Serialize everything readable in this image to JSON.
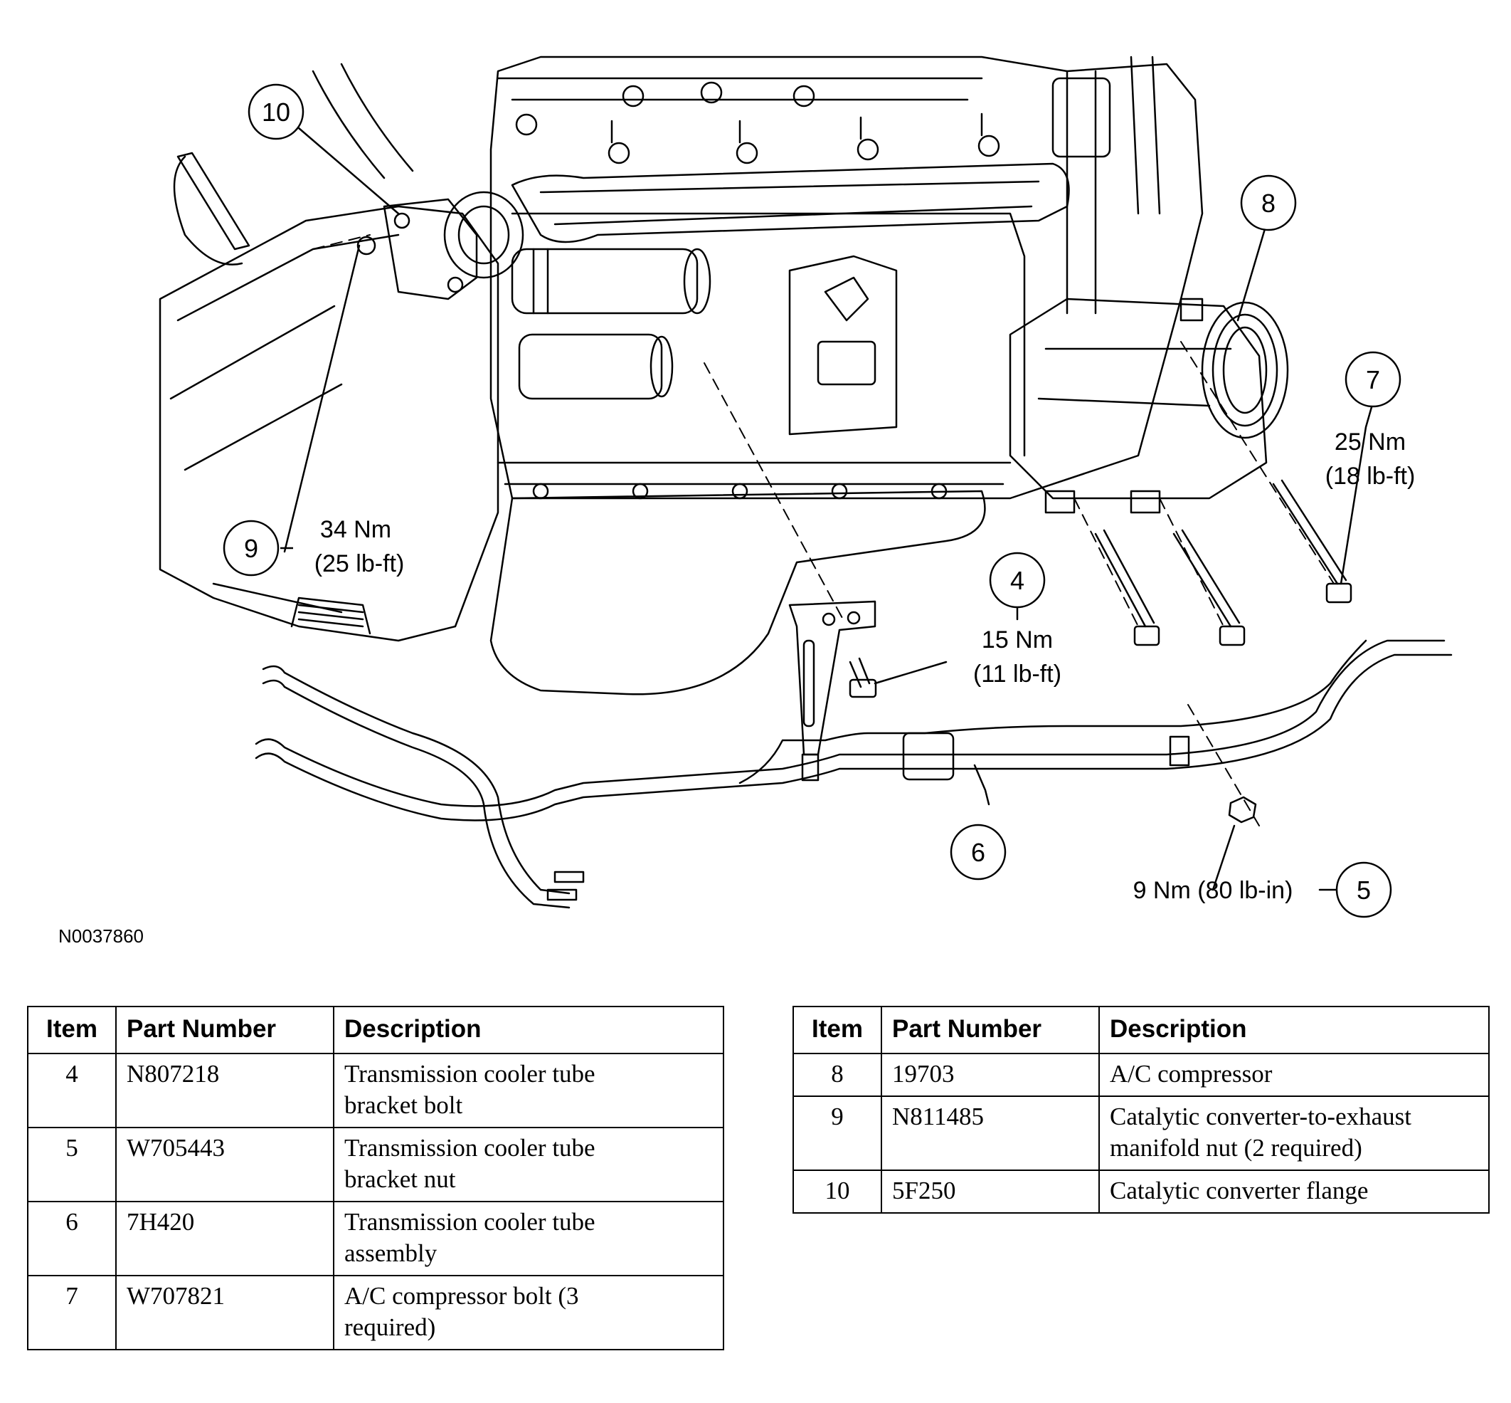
{
  "diagram": {
    "reference_code": "N0037860",
    "callouts": [
      {
        "id": "10"
      },
      {
        "id": "8"
      },
      {
        "id": "7",
        "torque_nm": "25 Nm",
        "torque_imperial": "(18 lb-ft)"
      },
      {
        "id": "9",
        "torque_nm": "34 Nm",
        "torque_imperial": "(25 lb-ft)"
      },
      {
        "id": "4",
        "torque_nm": "15 Nm",
        "torque_imperial": "(11 lb-ft)"
      },
      {
        "id": "6"
      },
      {
        "id": "5",
        "torque_label": "9 Nm (80 lb-in)"
      }
    ]
  },
  "tables": {
    "headers": {
      "item": "Item",
      "part_number": "Part Number",
      "description": "Description"
    },
    "left": [
      {
        "item": "4",
        "part_number": "N807218",
        "description_lines": [
          "Transmission cooler tube",
          "bracket bolt"
        ]
      },
      {
        "item": "5",
        "part_number": "W705443",
        "description_lines": [
          "Transmission cooler tube",
          "bracket nut"
        ]
      },
      {
        "item": "6",
        "part_number": "7H420",
        "description_lines": [
          "Transmission cooler tube",
          "assembly"
        ]
      },
      {
        "item": "7",
        "part_number": "W707821",
        "description_lines": [
          "A/C compressor bolt (3",
          "required)"
        ]
      }
    ],
    "right": [
      {
        "item": "8",
        "part_number": "19703",
        "description_lines": [
          "A/C compressor"
        ]
      },
      {
        "item": "9",
        "part_number": "N811485",
        "description_lines": [
          "Catalytic converter-to-exhaust",
          "manifold nut (2 required)"
        ]
      },
      {
        "item": "10",
        "part_number": "5F250",
        "description_lines": [
          "Catalytic converter flange"
        ]
      }
    ]
  }
}
